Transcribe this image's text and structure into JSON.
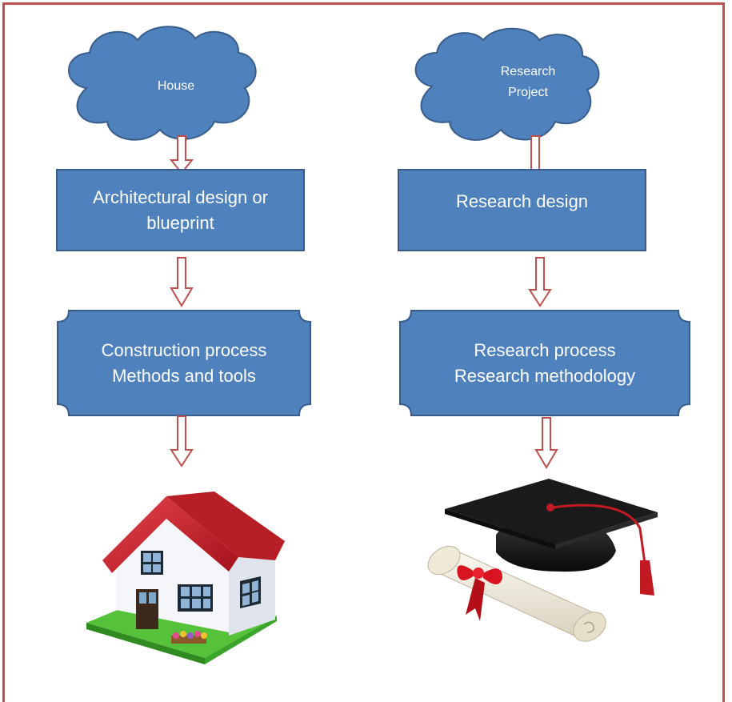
{
  "left_column": {
    "cloud": {
      "label": "House"
    },
    "design": {
      "line1": "Architectural design or",
      "line2": "blueprint"
    },
    "process": {
      "line1": "Construction process",
      "line2": "Methods and tools"
    },
    "result_icon": "house-icon"
  },
  "right_column": {
    "cloud": {
      "line1": "Research",
      "line2": "Project"
    },
    "design": {
      "label": "Research design"
    },
    "process": {
      "line1": "Research process",
      "line2": "Research methodology"
    },
    "result_icon": "graduation-cap-diploma-icon"
  },
  "colors": {
    "border": "#c0504d",
    "shape_fill": "#4f81bd",
    "shape_stroke": "#385d8a",
    "arrow_stroke": "#c0504d"
  }
}
